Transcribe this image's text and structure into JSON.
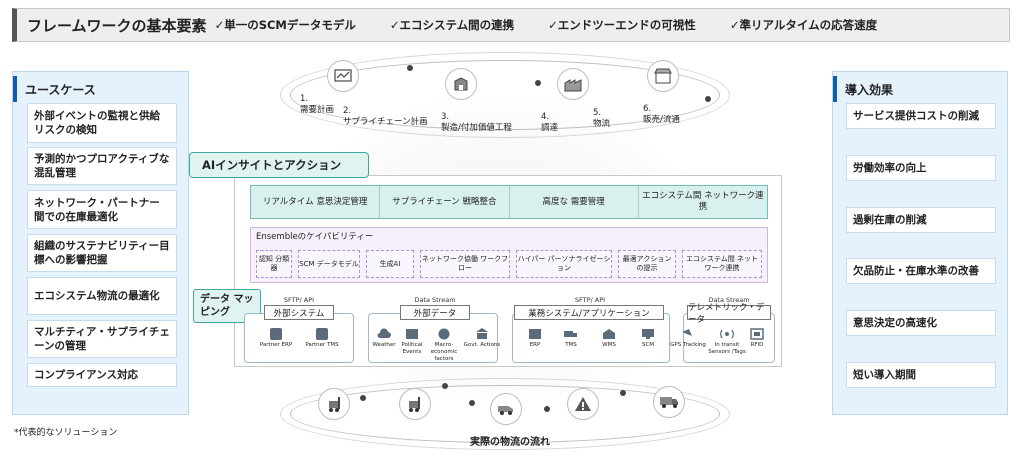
{
  "header": {
    "title": "フレームワークの基本要素",
    "checks": [
      "✓単一のSCMデータモデル",
      "✓エコシステム間の連携",
      "✓エンドツーエンドの可視性",
      "✓準リアルタイムの応答速度"
    ]
  },
  "use_cases": {
    "title": "ユースケース",
    "items": [
      "外部イベントの監視と供給リスクの検知",
      "予測的かつプロアクティブな混乱管理",
      "ネットワーク・パートナー間での在庫最適化",
      "組織のサステナビリティー目標への影響把握",
      "エコシステム物流の最適化",
      "マルチティア・サプライチェーンの管理",
      "コンプライアンス対応"
    ],
    "note": "*代表的なソリューション"
  },
  "effects": {
    "title": "導入効果",
    "items": [
      "サービス提供コストの削減",
      "労働効率の向上",
      "過剰在庫の削減",
      "欠品防止・在庫水準の改善",
      "意思決定の高速化",
      "短い導入期間"
    ]
  },
  "steps": [
    {
      "num": "1.",
      "label": "需要計画"
    },
    {
      "num": "2.",
      "label": "サプライチェーン計画"
    },
    {
      "num": "3.",
      "label": "製造/付加価値工程"
    },
    {
      "num": "4.",
      "label": "調達"
    },
    {
      "num": "5.",
      "label": "物流"
    },
    {
      "num": "6.",
      "label": "販売/流通"
    }
  ],
  "ai": {
    "label": "AIインサイトとアクション",
    "cells": [
      "リアルタイム 意思決定管理",
      "サプライチェーン 戦略整合",
      "高度な 需要管理",
      "エコシステム間 ネットワーク連携"
    ]
  },
  "capabilities": {
    "title": "Ensembleのケイパビリティー",
    "items": [
      "認知 分類器",
      "SCM データモデル",
      "生成AI",
      "ネットワーク協働 ワークフロー",
      "ハイパー パーソナライゼーション",
      "最適アクション の提示",
      "エコシステム間 ネットワーク連携"
    ]
  },
  "data_mapping": {
    "label": "データ マッピング",
    "groups": [
      {
        "sub": "SFTP/ API",
        "title": "外部システム",
        "items": [
          "Partner ERP",
          "Partner TMS"
        ]
      },
      {
        "sub": "Data Stream",
        "title": "外部データ",
        "items": [
          "Weather",
          "Political Events",
          "Macro-economic factors",
          "Govt. Actions"
        ]
      },
      {
        "sub": "SFTP/ API",
        "title": "業務システム/アプリケーション",
        "items": [
          "ERP",
          "TMS",
          "WMS",
          "SCM"
        ]
      },
      {
        "sub": "Data Stream",
        "title": "テレメトリック・データ",
        "items": [
          "GPS Tracking",
          "In transit Sensors /Tags",
          "RFID"
        ]
      }
    ]
  },
  "flow_label": "実際の物流の流れ"
}
